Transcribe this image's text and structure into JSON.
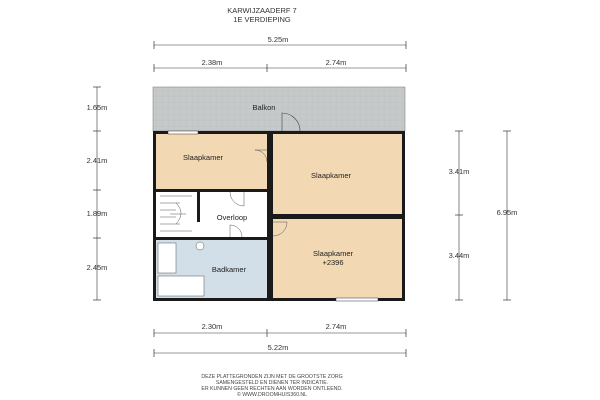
{
  "header": {
    "address": "KARWIJZAADERF 7",
    "floor": "1E VERDIEPING"
  },
  "dimensions": {
    "top_total": "5.25m",
    "top_left": "2.38m",
    "top_right": "2.74m",
    "bottom_left": "2.30m",
    "bottom_right": "2.74m",
    "bottom_total": "5.22m",
    "left_balcony": "1.65m",
    "left_room": "2.41m",
    "left_landing": "1.89m",
    "left_bath": "2.45m",
    "right_upper": "3.41m",
    "right_lower": "3.44m",
    "right_total": "6.95m"
  },
  "rooms": {
    "balcony": "Balkon",
    "bedroom_left": "Slaapkamer",
    "bedroom_right_upper": "Slaapkamer",
    "landing": "Overloop",
    "bathroom": "Badkamer",
    "bedroom_right_lower": "Slaapkamer",
    "bedroom_right_lower_note": "+2396"
  },
  "disclaimer": {
    "line1": "DEZE PLATTEGRONDEN ZIJN MET DE GROOTSTE ZORG",
    "line2": "SAMENGESTELD EN DIENEN TER INDICATIE.",
    "line3": "ER KUNNEN GEEN RECHTEN AAN WORDEN ONTLEEND.",
    "line4": "© WWW.DROOMHUIS360.NL"
  },
  "colors": {
    "balcony": "#c6c9c9",
    "bedroom": "#f2d9b3",
    "bathroom": "#d3dfe8",
    "landing": "#ffffff",
    "wall": "#1a1a1a"
  }
}
